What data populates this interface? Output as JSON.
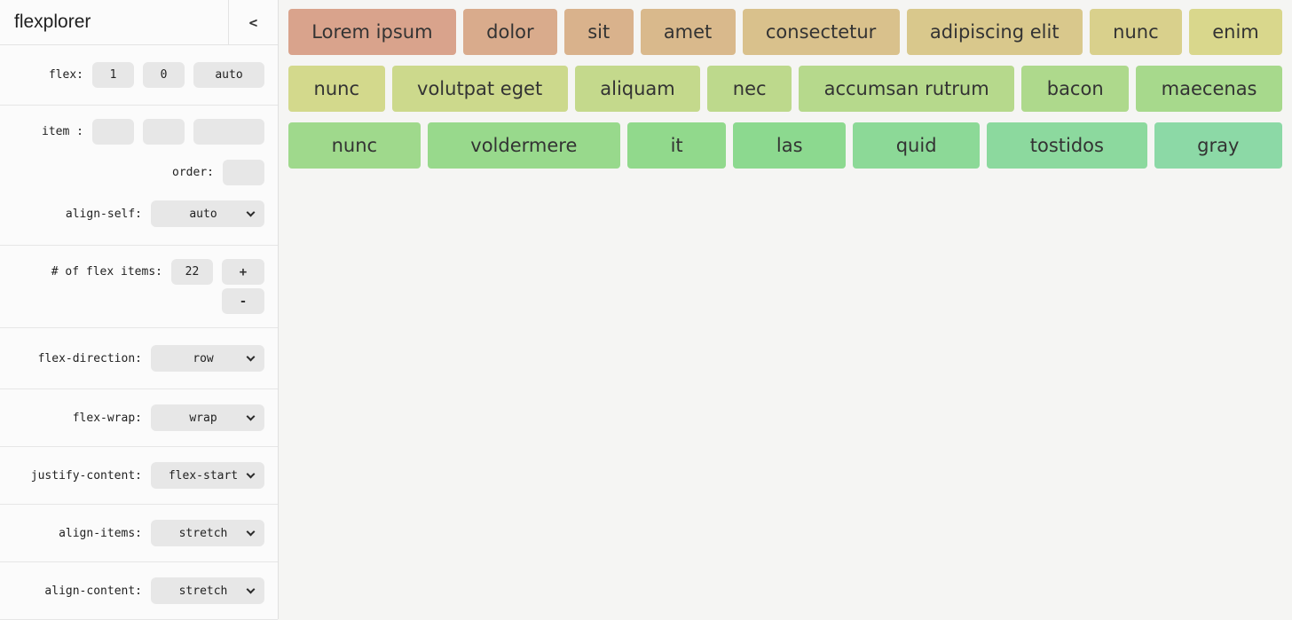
{
  "colors": {
    "stage_bg": "#f5f5f3",
    "sidebar_bg": "#fbfbfb",
    "control_bg": "#e7e7e7",
    "divider": "#e3e3e3",
    "item_text": "#333333"
  },
  "sidebar": {
    "title": "flexplorer",
    "collapse_button": "<",
    "flex": {
      "label": "flex:",
      "grow": "1",
      "shrink": "0",
      "basis": "auto"
    },
    "item": {
      "label": "item :",
      "values": [
        "",
        "",
        ""
      ]
    },
    "order": {
      "label": "order:",
      "value": ""
    },
    "align_self": {
      "label": "align-self:",
      "value": "auto"
    },
    "count": {
      "label": "# of flex items:",
      "value": "22",
      "increment": "+",
      "decrement": "-"
    },
    "selects": [
      {
        "label": "flex-direction:",
        "value": "row"
      },
      {
        "label": "flex-wrap:",
        "value": "wrap"
      },
      {
        "label": "justify-content:",
        "value": "flex-start"
      },
      {
        "label": "align-items:",
        "value": "stretch"
      },
      {
        "label": "align-content:",
        "value": "stretch"
      }
    ]
  },
  "stage": {
    "items": [
      {
        "label": "Lorem ipsum",
        "color": "#d9a38c",
        "row": 0
      },
      {
        "label": "dolor",
        "color": "#d9ab8c",
        "row": 0
      },
      {
        "label": "sit",
        "color": "#d9b28c",
        "row": 0
      },
      {
        "label": "amet",
        "color": "#d9b98c",
        "row": 0
      },
      {
        "label": "consectetur",
        "color": "#d9c18c",
        "row": 0
      },
      {
        "label": "adipiscing elit",
        "color": "#d9c88c",
        "row": 0
      },
      {
        "label": "nunc",
        "color": "#d9d08c",
        "row": 0
      },
      {
        "label": "enim",
        "color": "#d9d78c",
        "row": 0
      },
      {
        "label": "nunc",
        "color": "#d3d98c",
        "row": 1
      },
      {
        "label": "volutpat eget",
        "color": "#ccd98c",
        "row": 1
      },
      {
        "label": "aliquam",
        "color": "#c4d98c",
        "row": 1
      },
      {
        "label": "nec",
        "color": "#bdd98c",
        "row": 1
      },
      {
        "label": "accumsan rutrum",
        "color": "#b6d98c",
        "row": 1
      },
      {
        "label": "bacon",
        "color": "#aed98c",
        "row": 1
      },
      {
        "label": "maecenas",
        "color": "#a7d98c",
        "row": 1
      },
      {
        "label": "nunc",
        "color": "#9fd98c",
        "row": 2
      },
      {
        "label": "voldermere",
        "color": "#98d98c",
        "row": 2
      },
      {
        "label": "it",
        "color": "#91d98c",
        "row": 2
      },
      {
        "label": "las",
        "color": "#8cd98f",
        "row": 2
      },
      {
        "label": "quid",
        "color": "#8cd997",
        "row": 2
      },
      {
        "label": "tostidos",
        "color": "#8cd99e",
        "row": 2
      },
      {
        "label": "gray",
        "color": "#8cd9a6",
        "row": 2
      }
    ]
  }
}
